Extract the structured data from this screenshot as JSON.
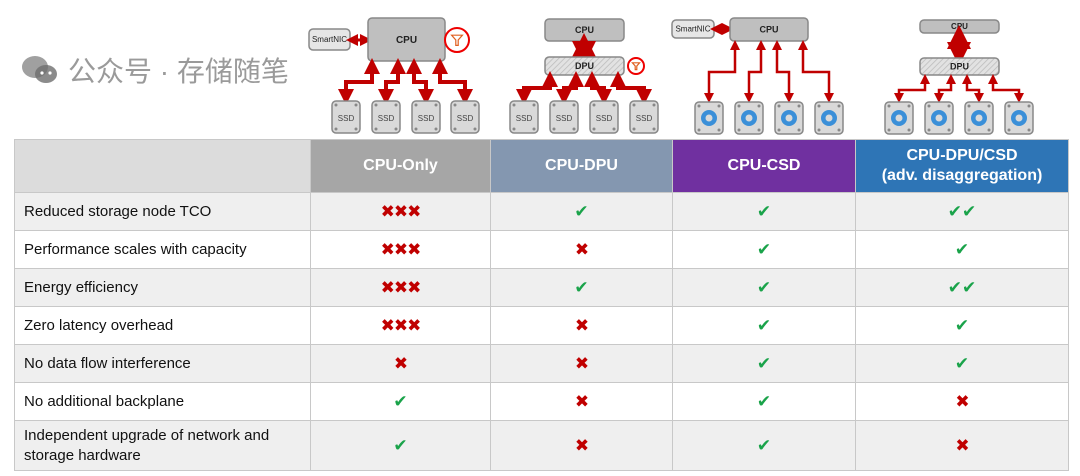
{
  "diagrams": {
    "labels": {
      "smartnic": "SmartNIC",
      "cpu": "CPU",
      "dpu": "DPU",
      "ssd": "SSD"
    },
    "arrow_color": "#c00000"
  },
  "table": {
    "headers": [
      {
        "label": "",
        "color": "#dcdcdc"
      },
      {
        "label": "CPU-Only",
        "color": "#a6a6a6"
      },
      {
        "label": "CPU-DPU",
        "color": "#8497b0"
      },
      {
        "label": "CPU-CSD",
        "color": "#7030a0"
      },
      {
        "label": "CPU-DPU/CSD\n(adv. disaggregation)",
        "color": "#2e75b6"
      }
    ],
    "rows": [
      {
        "label": "Reduced storage node TCO",
        "values": [
          "✖✖✖",
          "✔",
          "✔",
          "✔✔"
        ]
      },
      {
        "label": "Performance scales with capacity",
        "values": [
          "✖✖✖",
          "✖",
          "✔",
          "✔"
        ]
      },
      {
        "label": "Energy efficiency",
        "values": [
          "✖✖✖",
          "✔",
          "✔",
          "✔✔"
        ]
      },
      {
        "label": "Zero latency overhead",
        "values": [
          "✖✖✖",
          "✖",
          "✔",
          "✔"
        ]
      },
      {
        "label": "No data flow interference",
        "values": [
          "✖",
          "✖",
          "✔",
          "✔"
        ]
      },
      {
        "label": "No additional backplane",
        "values": [
          "✔",
          "✖",
          "✔",
          "✖"
        ]
      },
      {
        "label": "Independent upgrade of network and storage hardware",
        "values": [
          "✔",
          "✖",
          "✔",
          "✖"
        ]
      }
    ]
  },
  "watermark": "公众号 · 存储随笔"
}
